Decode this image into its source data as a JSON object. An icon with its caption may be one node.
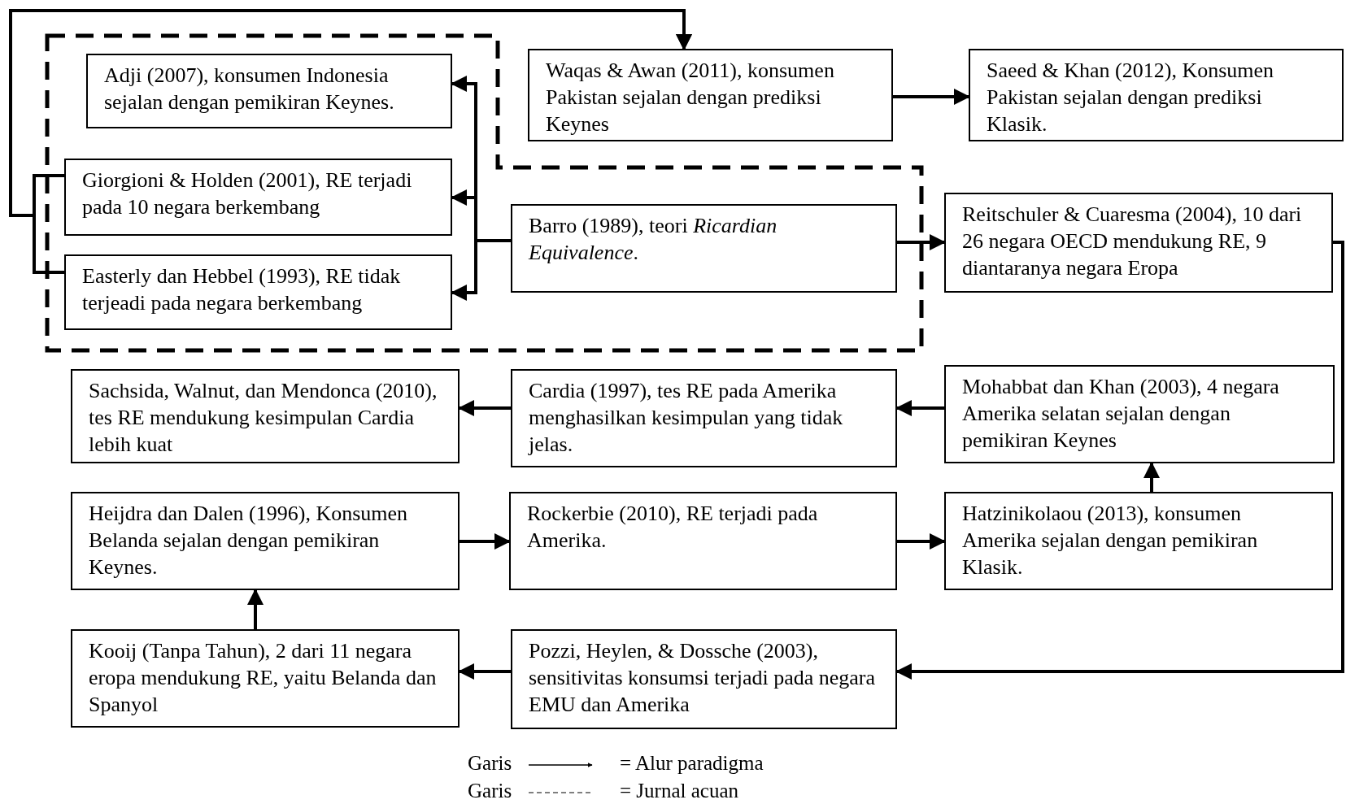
{
  "diagram": {
    "nodes": [
      {
        "text": [
          "Adji (2007), konsumen Indonesia sejalan dengan pemikiran Keynes."
        ]
      },
      {
        "text": [
          "Waqas & Awan (2011), konsumen Pakistan sejalan dengan prediksi Keynes"
        ]
      },
      {
        "text": [
          "Saeed & Khan (2012), Konsumen Pakistan sejalan dengan prediksi Klasik."
        ]
      },
      {
        "text": [
          "Giorgioni & Holden (2001), RE terjadi pada 10 negara berkembang"
        ]
      },
      {
        "text": [
          "Barro (1989), teori *Ricardian Equivalence*."
        ]
      },
      {
        "text": [
          "Reitschuler & Cuaresma (2004), 10 dari 26 negara OECD mendukung RE, 9 diantaranya negara Eropa"
        ]
      },
      {
        "text": [
          "Easterly dan Hebbel (1993), RE tidak terjeadi pada negara berkembang"
        ]
      },
      {
        "text": [
          "Sachsida, Walnut, dan Mendonca (2010), tes RE mendukung kesimpulan Cardia lebih kuat"
        ]
      },
      {
        "text": [
          "Cardia (1997), tes RE pada Amerika menghasilkan kesimpulan yang tidak jelas."
        ]
      },
      {
        "text": [
          "Mohabbat dan Khan (2003), 4 negara Amerika selatan sejalan dengan pemikiran Keynes"
        ]
      },
      {
        "text": [
          "Heijdra dan Dalen (1996), Konsumen Belanda sejalan dengan pemikiran Keynes."
        ]
      },
      {
        "text": [
          "Rockerbie (2010), RE terjadi pada Amerika."
        ]
      },
      {
        "text": [
          "Hatzinikolaou (2013), konsumen Amerika sejalan dengan pemikiran Klasik."
        ]
      },
      {
        "text": [
          "Kooij (Tanpa Tahun), 2 dari 11 negara eropa mendukung RE, yaitu Belanda dan Spanyol"
        ]
      },
      {
        "text": [
          "Pozzi, Heylen, & Dossche (2003), sensitivitas konsumsi terjadi pada negara EMU dan Amerika"
        ]
      }
    ],
    "edges": [
      {
        "from": 4,
        "to": 0,
        "arrow": "to"
      },
      {
        "from": 4,
        "to": 3,
        "arrow": "to"
      },
      {
        "from": 4,
        "to": 6,
        "arrow": "to"
      },
      {
        "from": 4,
        "to": 5,
        "arrow": "to"
      },
      {
        "from": 3,
        "to": 1,
        "arrow": "to"
      },
      {
        "from": 6,
        "to": 1,
        "arrow": "to"
      },
      {
        "from": 1,
        "to": 2,
        "arrow": "to"
      },
      {
        "from": 5,
        "to": 14,
        "arrow": "to"
      },
      {
        "from": 9,
        "to": 8,
        "arrow": "to"
      },
      {
        "from": 8,
        "to": 7,
        "arrow": "to"
      },
      {
        "from": 12,
        "to": 9,
        "arrow": "to"
      },
      {
        "from": 10,
        "to": 11,
        "arrow": "to"
      },
      {
        "from": 11,
        "to": 12,
        "arrow": "to"
      },
      {
        "from": 13,
        "to": 10,
        "arrow": "to"
      },
      {
        "from": 14,
        "to": 13,
        "arrow": "to"
      }
    ],
    "labels": [
      "Garis",
      "Garis"
    ],
    "legend": [
      {
        "text": "= Alur paradigma"
      },
      {
        "text": "= Jurnal acuan"
      }
    ]
  }
}
